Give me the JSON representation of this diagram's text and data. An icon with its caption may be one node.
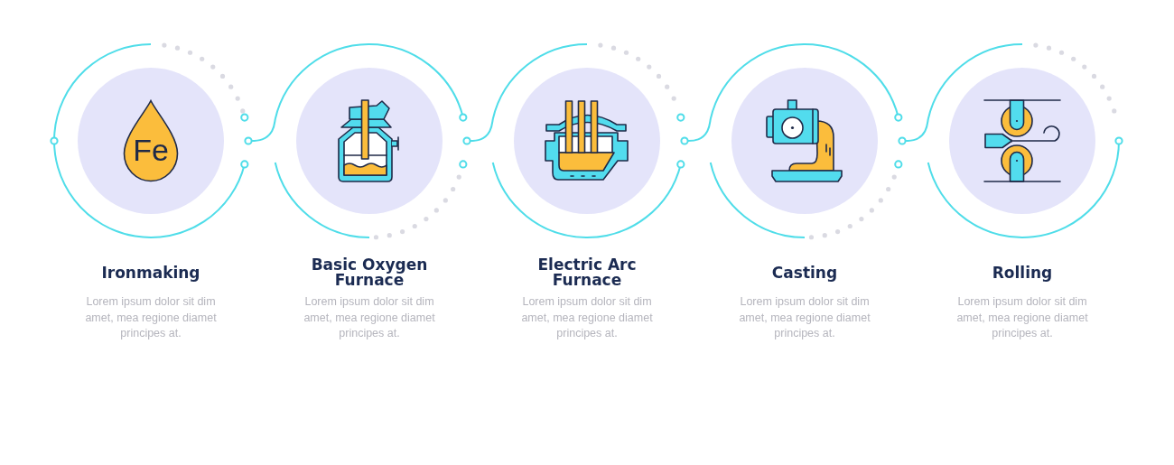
{
  "diagram": {
    "nodes": [
      {
        "text": [
          "Ironmaking",
          "Lorem ipsum dolor sit dim amet, mea regione diamet principes at."
        ]
      },
      {
        "text": [
          "Fe"
        ],
        "in": 0
      },
      {
        "text": [
          "Basic Oxygen Furnace",
          "Lorem ipsum dolor sit dim amet, mea regione diamet principes at."
        ]
      },
      {
        "text": [
          "Electric Arc Furnace",
          "Lorem ipsum dolor sit dim amet, mea regione diamet principes at."
        ]
      },
      {
        "text": [
          "Casting",
          "Lorem ipsum dolor sit dim amet, mea regione diamet principes at."
        ]
      },
      {
        "text": [
          "Rolling",
          "Lorem ipsum dolor sit dim amet, mea regione diamet principes at."
        ]
      }
    ],
    "edges": [
      {
        "from": 0,
        "to": 2,
        "arrow": "other"
      },
      {
        "from": 2,
        "to": 3,
        "arrow": "other"
      },
      {
        "from": 3,
        "to": 4,
        "arrow": "other"
      },
      {
        "from": 4,
        "to": 5,
        "arrow": "other"
      }
    ]
  }
}
